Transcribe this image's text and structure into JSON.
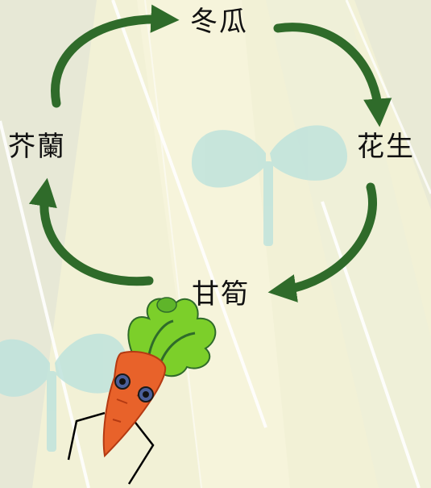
{
  "cycle": {
    "nodes": {
      "top": "冬瓜",
      "right": "花生",
      "bottom": "甘筍",
      "left": "芥蘭"
    },
    "arrow_direction": "clockwise",
    "arrow_color": "#2f6b2a"
  },
  "palette": {
    "background": "#f2f1d6",
    "sprout": "#bfe3dc",
    "carrot": "#e8622a",
    "leaf": "#7ccf2a"
  },
  "decorations": {
    "background_icon": "sprout-icon",
    "mascot_icon": "carrot-mascot-icon"
  }
}
